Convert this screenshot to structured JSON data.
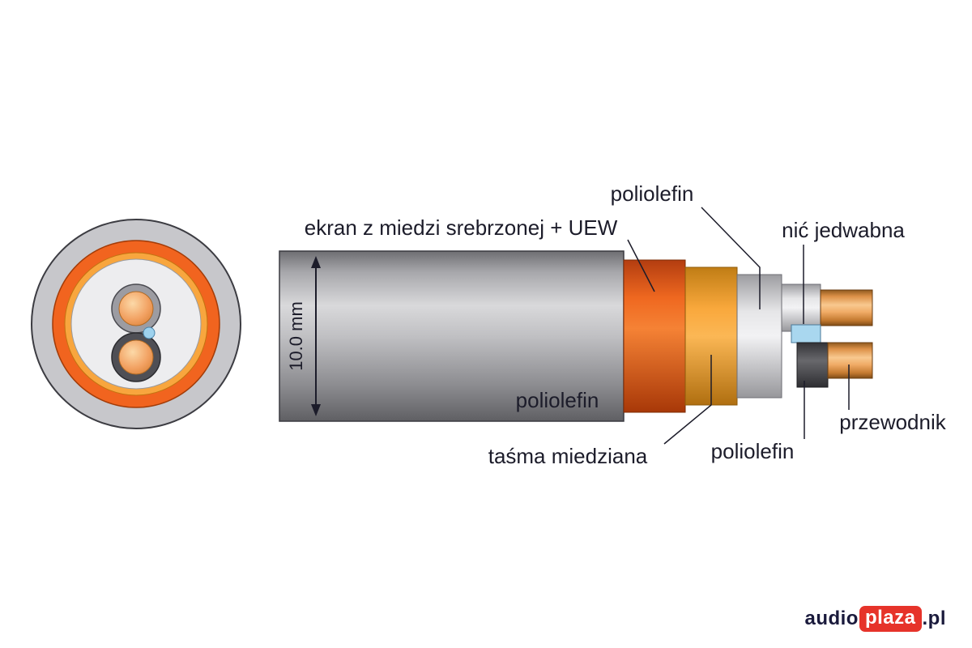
{
  "labels": {
    "poliolefin_top": "poliolefin",
    "ekran": "ekran z miedzi srebrzonej + UEW",
    "nic_jedwabna": "nić jedwabna",
    "dimension": "10.0 mm",
    "poliolefin_jacket": "poliolefin",
    "tasma_miedziana": "taśma miedziana",
    "poliolefin_bottom": "poliolefin",
    "przewodnik": "przewodnik"
  },
  "logo": {
    "audio": "audio",
    "plaza": "plaza",
    "pl": ".pl"
  },
  "colors": {
    "jacket_gray": "#aeaeb2",
    "screen_orange": "#ef6820",
    "copper_tape_orange": "#f8a63e",
    "poliolefin_light_gray": "#e6e6e8",
    "silk_thread_blue": "#a9d7ef",
    "inner_poliolefin_dark_gray": "#58585c",
    "conductor_copper": "#f0a563",
    "label_text": "#1c1c2a",
    "logo_red": "#e6332a",
    "logo_navy": "#1a1a3c"
  }
}
